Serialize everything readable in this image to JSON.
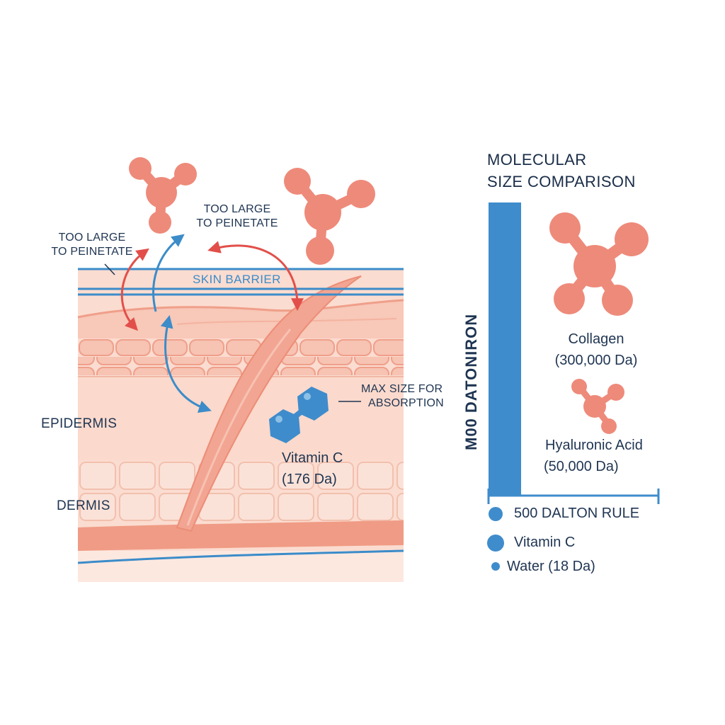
{
  "labels": {
    "too_large_left_1": "TOO LARGE",
    "too_large_left_2": "TO PEINETATE",
    "too_large_top_1": "TOO LARGE",
    "too_large_top_2": "TO PEINETATE",
    "skin_barrier": "SKIN BARRIER",
    "max_size_1": "MAX SIZE FOR",
    "max_size_2": "ABSORPTION",
    "epidermis": "EPIDERMIS",
    "dermis": "DERMIS",
    "vitamin_c_name": "Vitamin C",
    "vitamin_c_da": "(176 Da)"
  },
  "comparison": {
    "title_1": "MOLECULAR",
    "title_2": "SIZE COMPARISON",
    "axis_label": "M00 DATONIRON",
    "collagen_name": "Collagen",
    "collagen_da": "(300,000 Da)",
    "hyaluronic_name": "Hyaluronic Acid",
    "hyaluronic_da": "(50,000 Da)"
  },
  "legend": [
    {
      "label": "500 DALTON RULE"
    },
    {
      "label": "Vitamin C"
    },
    {
      "label": "Water (18 Da)"
    }
  ],
  "colors": {
    "molecule_pink": "#ee8a7a",
    "molecule_blue": "#3f8ccc",
    "skin_light": "#fbdcd0",
    "skin_mid": "#f5b8a6",
    "line_blue": "#3b8cc9",
    "arrow_red": "#e24f4a",
    "text_navy": "#1f3552"
  }
}
